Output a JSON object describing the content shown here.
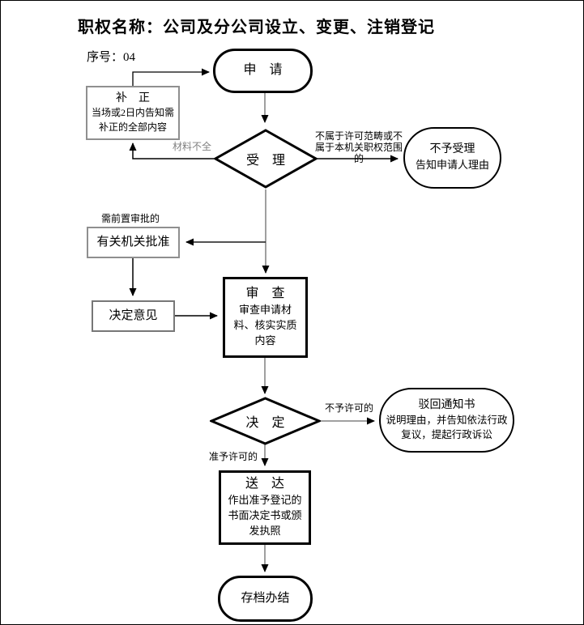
{
  "page": {
    "title": "职权名称：公司及分公司设立、变更、注销登记",
    "serial_label": "序号：04"
  },
  "colors": {
    "line_gray": "#808080",
    "line_black": "#000000",
    "box_border_gray": "#8f8f8f",
    "thick_border_black": "#000000"
  },
  "nodes": {
    "apply": {
      "title": "申　请"
    },
    "correction": {
      "title": "补　正",
      "body": "当场或2日内告知需补正的全部内容"
    },
    "accept": {
      "title": "受　理"
    },
    "not_accept": {
      "line1": "不予受理",
      "line2": "告知申请人理由"
    },
    "preapproval": {
      "title": "有关机关批准"
    },
    "decision_opinion": {
      "title": "决定意见"
    },
    "review": {
      "title": "审　查",
      "body": "审查申请材料、核实实质内容"
    },
    "decide": {
      "title": "决　定"
    },
    "rejection_notice": {
      "line1": "驳回通知书",
      "line2": "说明理由，并告知依法行政复议，提起行政诉讼"
    },
    "deliver": {
      "title": "送　达",
      "body": "作出准予登记的书面决定书或颁发执照"
    },
    "archive": {
      "title": "存档办结"
    }
  },
  "edge_labels": {
    "materials_incomplete": "材料不全",
    "out_of_scope": "不属于许可范畴或不属于本机关职权范围的",
    "needs_preapproval": "需前置审批的",
    "not_permitted": "不予许可的",
    "permitted": "准予许可的"
  }
}
